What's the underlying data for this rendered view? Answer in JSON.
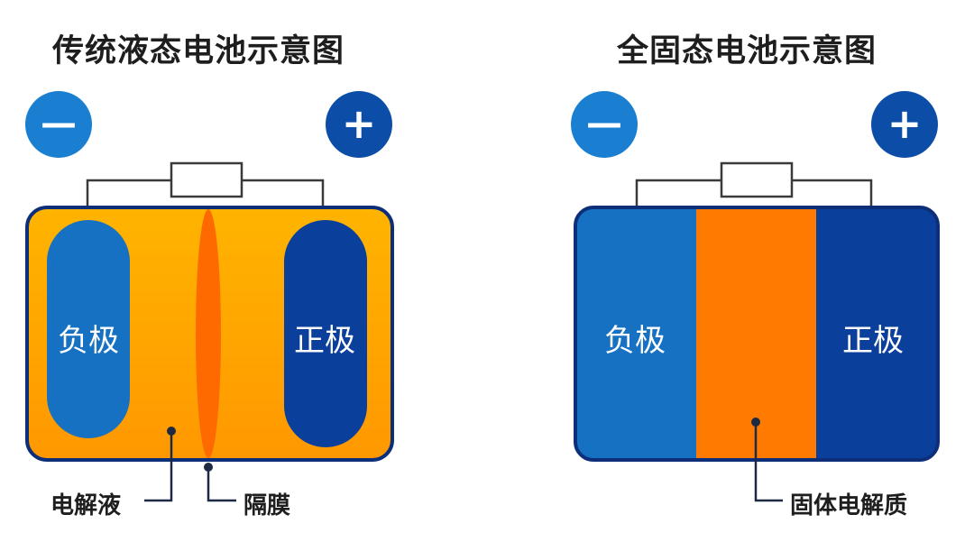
{
  "left": {
    "title": "传统液态电池示意图",
    "negative_sign": "—",
    "positive_sign": "+",
    "anode_label": "负极",
    "cathode_label": "正极",
    "electrolyte_label": "电解液",
    "separator_label": "隔膜"
  },
  "right": {
    "title": "全固态电池示意图",
    "negative_sign": "—",
    "positive_sign": "+",
    "anode_label": "负极",
    "cathode_label": "正极",
    "solid_electrolyte_label": "固体电解质"
  },
  "colors": {
    "terminal_negative": "#1a7fd0",
    "terminal_positive": "#0c4ea7",
    "anode": "#1671c2",
    "cathode": "#0b3f9c",
    "liquid_top": "#ffb400",
    "liquid_bottom": "#ff9800",
    "separator": "#ff6a00",
    "solid_electrolyte": "#ff7a00",
    "case_border": "#0d2f7a"
  }
}
